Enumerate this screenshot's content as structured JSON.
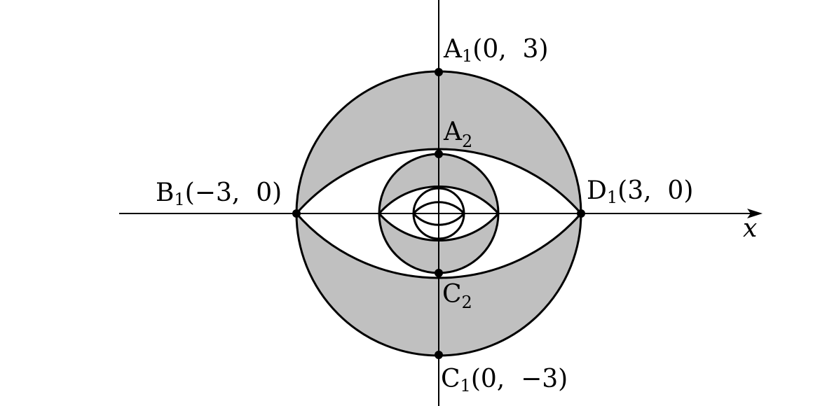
{
  "diagram": {
    "x_axis_label": "x",
    "points": [
      {
        "id": "A1",
        "letter": "A",
        "index": "1",
        "coords": "(0,  3)"
      },
      {
        "id": "A2",
        "letter": "A",
        "index": "2",
        "coords": ""
      },
      {
        "id": "B1",
        "letter": "B",
        "index": "1",
        "coords": "(−3,  0)"
      },
      {
        "id": "C1",
        "letter": "C",
        "index": "1",
        "coords": "(0,  −3)"
      },
      {
        "id": "C2",
        "letter": "C",
        "index": "2",
        "coords": ""
      },
      {
        "id": "D1",
        "letter": "D",
        "index": "1",
        "coords": "(3,  0)"
      }
    ],
    "colors": {
      "shade": "#c0c0c0",
      "stroke": "#000000",
      "background": "#ffffff"
    }
  }
}
